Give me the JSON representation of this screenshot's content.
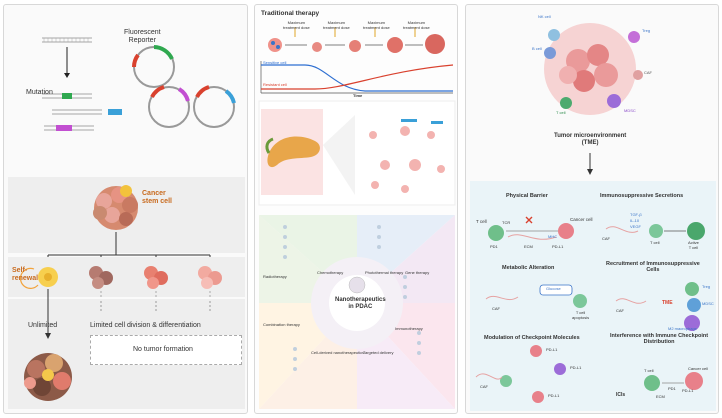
{
  "left": {
    "mutation": "Mutation",
    "reporter": "Fluorescent\nReporter",
    "cancer_stem_cell": "Cancer\nstem cell",
    "self_renewal": "Self-\nrenewal",
    "unlimited": "Unlimited",
    "limited": "Limited cell division & differentiation",
    "no_tumor": "No tumor formation"
  },
  "middle": {
    "traditional_title": "Traditional therapy",
    "dose_label": "Maximum\ntreatment dose",
    "sensitive_cell": "Sensitive cell",
    "resistant_cell": "Resistant cell",
    "time": "Time",
    "center_label": "Nanotherapeutics\nin PDAC",
    "sectors": [
      "Chemotherapy",
      "Photothermal therapy",
      "Gene therapy",
      "Immunotherapy",
      "Targeted delivery",
      "Cell-derived nanotherapeutics",
      "Combination therapy",
      "Radiotherapy"
    ],
    "colors": {
      "sensitive": "#2e6fd1",
      "resistant": "#d9412e"
    }
  },
  "right": {
    "tme_labels": [
      "NK cell",
      "B cell",
      "Treg",
      "CAF",
      "T cell",
      "MDSC"
    ],
    "tme_title": "Tumor microenvironment\n(TME)",
    "sections": {
      "physical_barrier": "Physical Barrier",
      "immunosuppressive": "Immunosuppressive Secretions",
      "metabolic": "Metabolic Alteration",
      "recruitment": "Recruitment of Immunosuppressive\nCells",
      "modulation": "Modulation of Checkpoint Molecules",
      "interference": "Interference with Immune Checkpoint\nDistribution"
    },
    "small_labels": {
      "t_cell": "T cell",
      "tcr": "TCR",
      "pd1": "PD1",
      "ecm": "ECM",
      "mhc": "MHC",
      "pdl1": "PD-L1",
      "cancer_cell": "Cancer cell",
      "caf": "CAF",
      "tgf": "TGF-β",
      "il": "IL-10",
      "vegf": "VEGF",
      "active_tcell": "Active\nT cell",
      "glucose": "Glucose",
      "tcell_apoptosis": "T cell\napoptosis",
      "tme": "TME",
      "treg": "Treg",
      "mdsc": "MDSC",
      "m2": "M2 macrophage",
      "icis": "ICIs"
    }
  }
}
